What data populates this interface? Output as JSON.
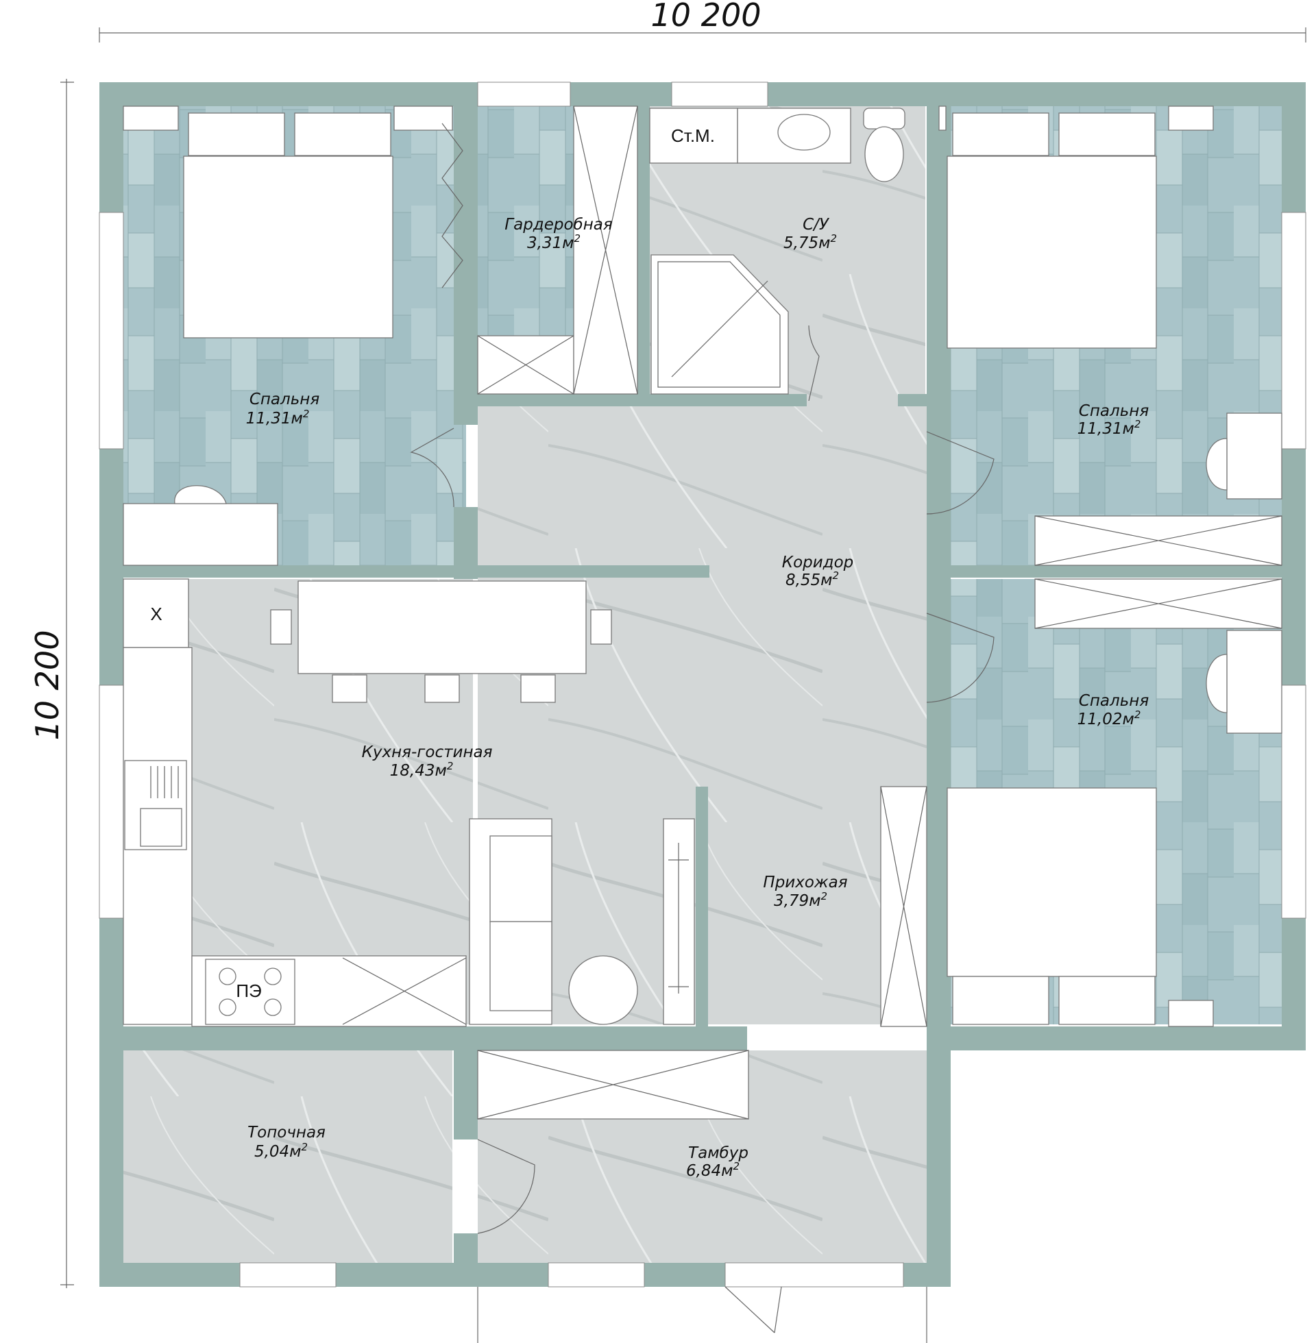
{
  "plan": {
    "dimension_top": "10 200",
    "dimension_left": "10 200",
    "colors": {
      "wall": "#97b2ad",
      "wood_floor": "#a9c4c9",
      "marble_floor": "#d2d6d6",
      "furniture": "#ffffff"
    },
    "rooms": [
      {
        "key": "bedroom_top_left",
        "name": "Спальня",
        "area": "11,31м"
      },
      {
        "key": "wardrobe",
        "name": "Гардеробная",
        "area": "3,31м"
      },
      {
        "key": "bathroom",
        "name": "С/У",
        "area": "5,75м"
      },
      {
        "key": "bedroom_top_right",
        "name": "Спальня",
        "area": "11,31м"
      },
      {
        "key": "corridor",
        "name": "Коридор",
        "area": "8,55м"
      },
      {
        "key": "bedroom_mid_right",
        "name": "Спальня",
        "area": "11,02м"
      },
      {
        "key": "kitchen_living",
        "name": "Кухня-гостиная",
        "area": "18,43м"
      },
      {
        "key": "hallway",
        "name": "Прихожая",
        "area": "3,79м"
      },
      {
        "key": "boiler",
        "name": "Топочная",
        "area": "5,04м"
      },
      {
        "key": "vestibule",
        "name": "Тамбур",
        "area": "6,84м"
      }
    ],
    "area_superscript": "2",
    "fixtures": {
      "washing_machine": "Ст.М.",
      "stove": "ПЭ",
      "fridge": "Х"
    },
    "icons": [
      "door-swing-icon",
      "toilet-icon",
      "sink-icon",
      "shower-icon",
      "bed-icon",
      "sofa-icon",
      "table-icon",
      "chair-icon",
      "stove-icon"
    ]
  }
}
